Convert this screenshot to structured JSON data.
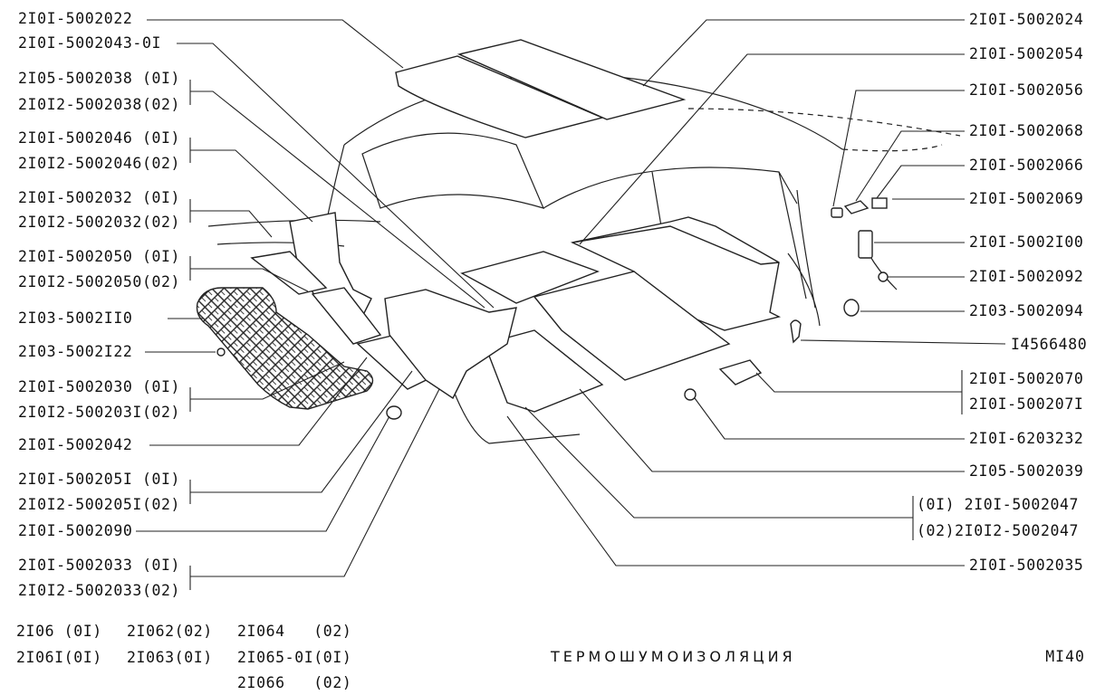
{
  "title": "ТЕРМОШУМОИЗОЛЯЦИЯ",
  "code": "MI40",
  "models": [
    "2I06 (0I)",
    "2I062(02)",
    "2I064   (02)",
    "2I06I(0I)",
    "2I063(0I)",
    "2I065-0I(0I)",
    "2I066   (02)"
  ],
  "left_labels": [
    "2I0I-5002022",
    "2I0I-5002043-0I",
    "2I05-5002038 (0I)",
    "2I0I2-5002038(02)",
    "2I0I-5002046 (0I)",
    "2I0I2-5002046(02)",
    "2I0I-5002032 (0I)",
    "2I0I2-5002032(02)",
    "2I0I-5002050 (0I)",
    "2I0I2-5002050(02)",
    "2I03-5002II0",
    "2I03-5002I22",
    "2I0I-5002030 (0I)",
    "2I0I2-500203I(02)",
    "2I0I-5002042",
    "2I0I-500205I (0I)",
    "2I0I2-500205I(02)",
    "2I0I-5002090",
    "2I0I-5002033 (0I)",
    "2I0I2-5002033(02)"
  ],
  "right_labels": [
    "2I0I-5002024",
    "2I0I-5002054",
    "2I0I-5002056",
    "2I0I-5002068",
    "2I0I-5002066",
    "2I0I-5002069",
    "2I0I-5002I00",
    "2I0I-5002092",
    "2I03-5002094",
    "I4566480",
    "2I0I-5002070",
    "2I0I-500207I",
    "2I0I-6203232",
    "2I05-5002039",
    "(0I) 2I0I-5002047",
    "(02)2I0I2-5002047",
    "2I0I-5002035"
  ]
}
